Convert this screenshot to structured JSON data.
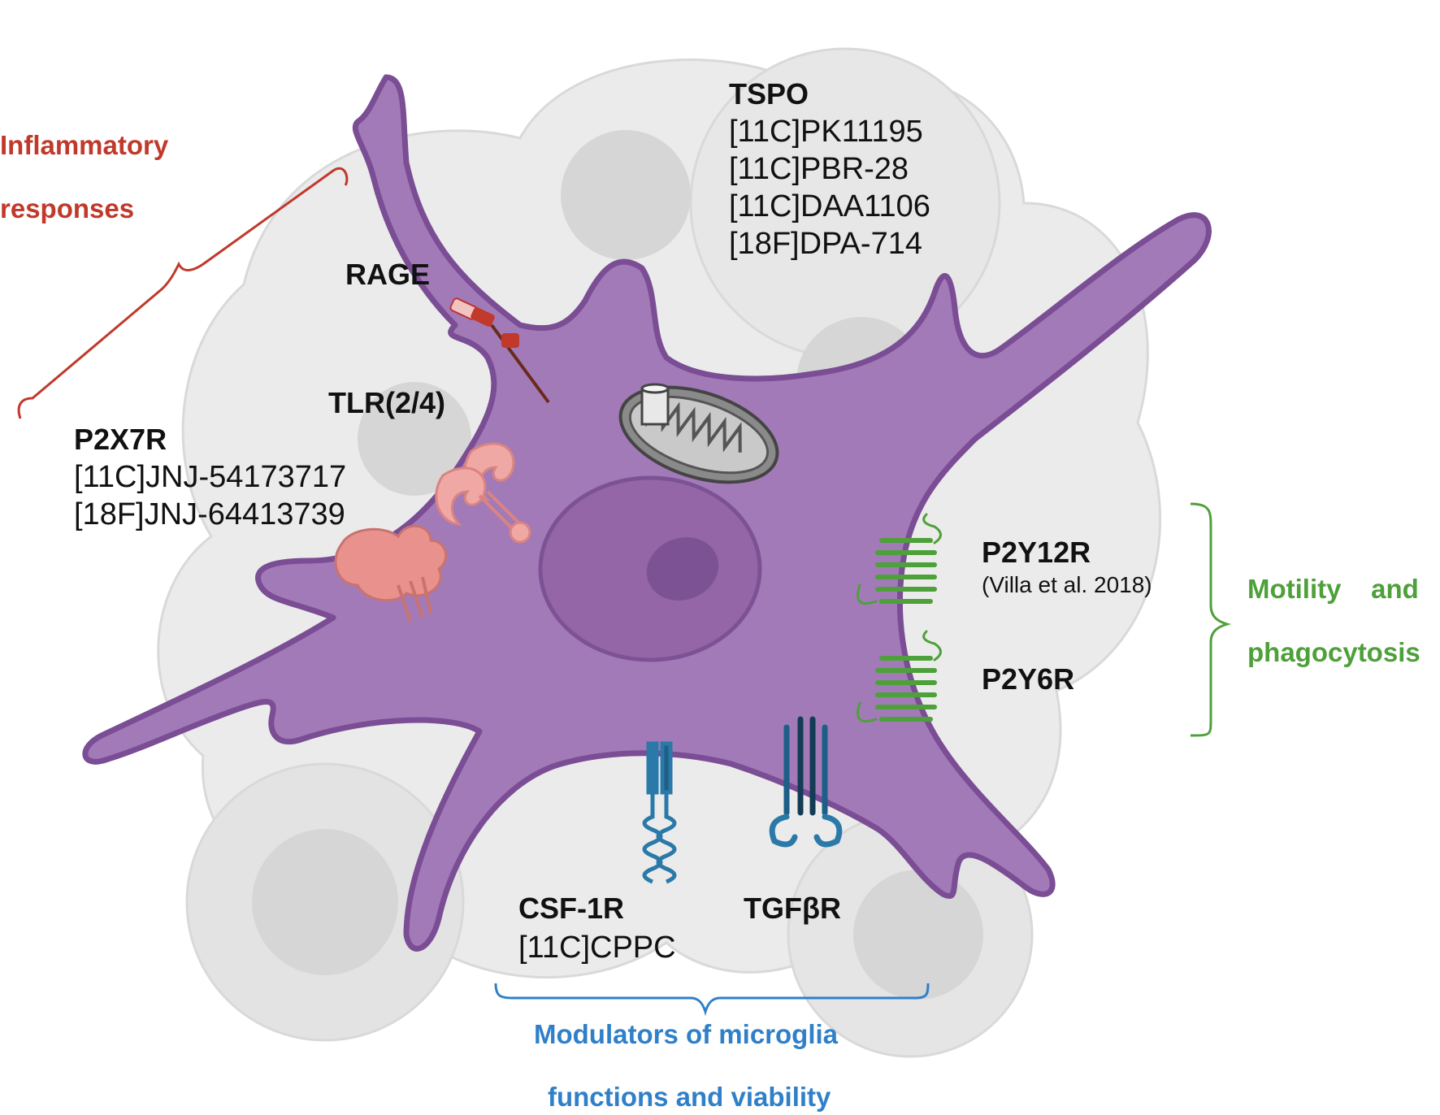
{
  "labels": {
    "tspo": {
      "title": "TSPO",
      "ligands": [
        "[11C]PK11195",
        "[11C]PBR-28",
        "[11C]DAA1106",
        "[18F]DPA-714"
      ]
    },
    "rage": {
      "title": "RAGE"
    },
    "tlr": {
      "title": "TLR(2/4)"
    },
    "p2x7r": {
      "title": "P2X7R",
      "ligands": [
        "[11C]JNJ-54173717",
        "[18F]JNJ-64413739"
      ]
    },
    "p2y12r": {
      "title": "P2Y12R",
      "note": "(Villa et al. 2018)"
    },
    "p2y6r": {
      "title": "P2Y6R"
    },
    "csf1r": {
      "title": "CSF-1R",
      "ligand": "[11C]CPPC"
    },
    "tgfbr": {
      "title": "TGFβR"
    }
  },
  "groups": {
    "inflammatory": {
      "line1": "Inflammatory",
      "line2": "responses",
      "color": "#c0392b"
    },
    "motility": {
      "line1": "Motility    and",
      "line2": "phagocytosis",
      "color": "#4ea03a"
    },
    "modulators": {
      "line1": "Modulators of microglia",
      "line2": "functions and viability",
      "color": "#2f80c9"
    }
  },
  "colors": {
    "cell_body": "#a27ab8",
    "cell_outline": "#7a4d94",
    "nucleus": "#9466a8",
    "nucleolus": "#7d5294",
    "background_cells": "#e9e9e9",
    "receptor_pink": "#e8918d",
    "receptor_green": "#5aaa3c",
    "receptor_blue": "#2a79a8"
  }
}
